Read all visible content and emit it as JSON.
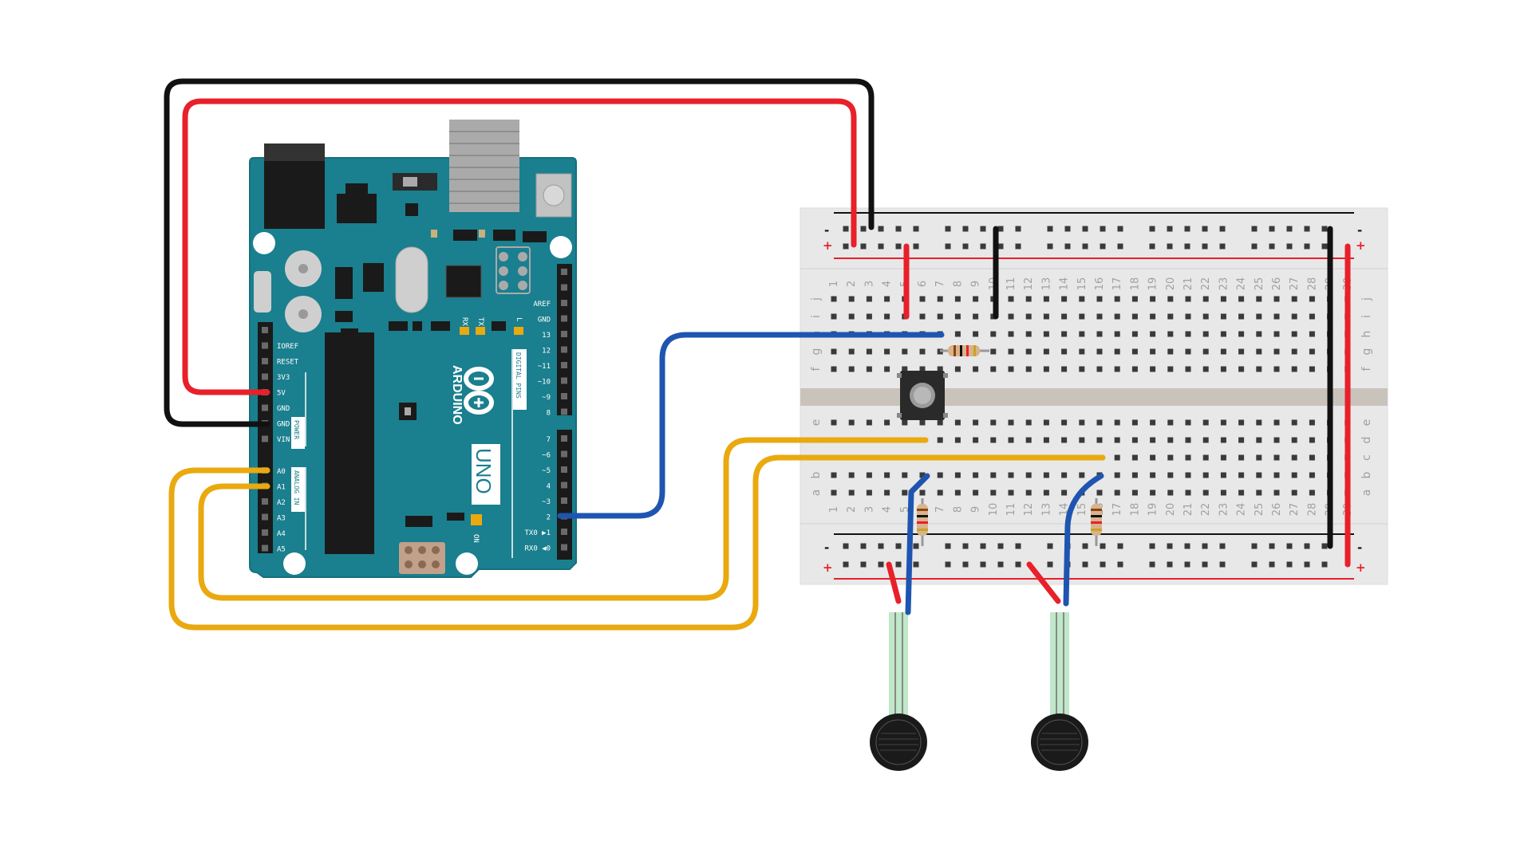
{
  "arduino": {
    "brand": "ARDUINO",
    "model": "UNO",
    "power_header_label": "POWER",
    "analog_header_label": "ANALOG IN",
    "digital_header_label": "DIGITAL PINS",
    "on_label": "ON",
    "led_labels": [
      "RX",
      "TX",
      "L"
    ],
    "power_pins": [
      "IOREF",
      "RESET",
      "3V3",
      "5V",
      "GND",
      "GND",
      "VIN"
    ],
    "analog_pins": [
      "A0",
      "A1",
      "A2",
      "A3",
      "A4",
      "A5"
    ],
    "digital_pins_top": [
      "AREF",
      "GND",
      "13",
      "12",
      "~11",
      "~10",
      "~9",
      "8"
    ],
    "digital_pins_bottom": [
      "7",
      "~6",
      "~5",
      "4",
      "~3",
      "2",
      "TX0 ▶1",
      "RX0 ◀0"
    ],
    "board_color": "#1a7f8e"
  },
  "breadboard": {
    "columns": [
      "1",
      "2",
      "3",
      "4",
      "5",
      "6",
      "7",
      "8",
      "9",
      "10",
      "11",
      "12",
      "13",
      "14",
      "15",
      "16",
      "17",
      "18",
      "19",
      "20",
      "21",
      "22",
      "23",
      "24",
      "25",
      "26",
      "27",
      "28",
      "29",
      "30"
    ],
    "rows_top": [
      "j",
      "i",
      "h",
      "g",
      "f"
    ],
    "rows_bottom": [
      "e",
      "d",
      "c",
      "b",
      "a"
    ],
    "rail_plus": "+",
    "rail_minus": "-"
  },
  "colors": {
    "wire_red": "#e8202a",
    "wire_black": "#111111",
    "wire_blue": "#1f55b0",
    "wire_yellow": "#e9a90f"
  }
}
